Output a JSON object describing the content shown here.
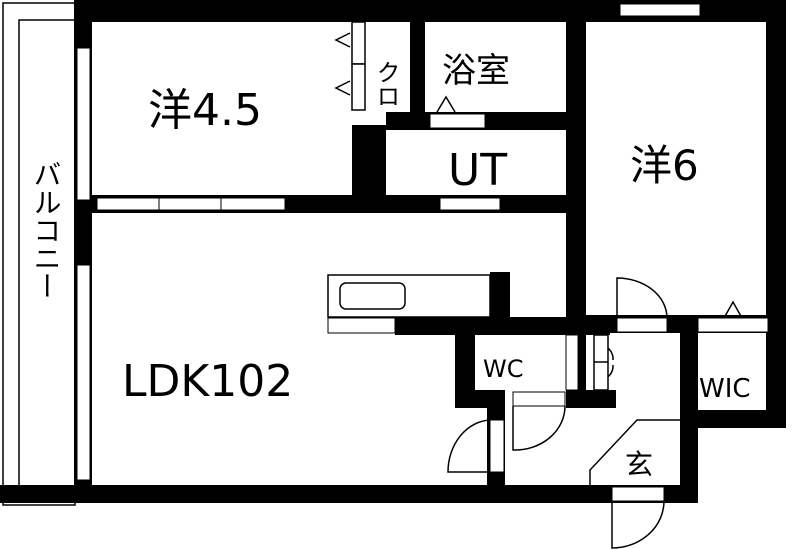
{
  "floor_plan": {
    "rooms": {
      "western_small": "洋4.5",
      "closet": "クロ",
      "bathroom": "浴室",
      "utility": "UT",
      "western_large": "洋6",
      "balcony": "バルコニー",
      "ldk": "LDK102",
      "toilet": "WC",
      "walk_in_closet": "WIC",
      "entrance": "玄"
    },
    "colors": {
      "wall": "#000000",
      "background": "#ffffff"
    }
  }
}
